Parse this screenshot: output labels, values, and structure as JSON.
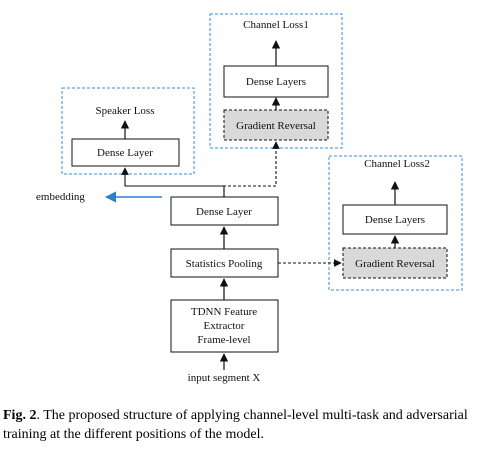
{
  "diagram": {
    "channel_loss1_title": "Channel Loss1",
    "channel_loss2_title": "Channel Loss2",
    "speaker_loss_title": "Speaker Loss",
    "dense_layers_top": "Dense Layers",
    "gradient_reversal_top": "Gradient Reversal",
    "dense_layer_speaker": "Dense Layer",
    "embedding_label": "embedding",
    "dense_layer_main": "Dense Layer",
    "statistics_pooling": "Statistics Pooling",
    "dense_layers_right": "Dense Layers",
    "gradient_reversal_right": "Gradient Reversal",
    "tdnn_line1": "TDNN Feature",
    "tdnn_line2": "Extractor",
    "tdnn_line3": "Frame-level",
    "input_label": "input segment X",
    "colors": {
      "dashed_frame": "#3a8fd9",
      "embedding_arrow": "#2a7fd4",
      "reversal_fill": "#d9d9d9"
    }
  },
  "caption": {
    "label": "Fig. 2",
    "text": ". The proposed structure of applying channel-level multi-task and adversarial training at the different positions of the model."
  }
}
